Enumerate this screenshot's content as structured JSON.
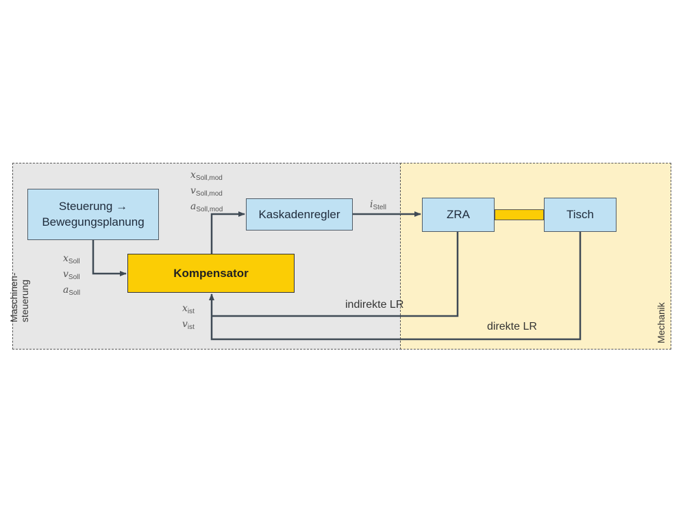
{
  "regions": {
    "left_label_line1": "Maschinen-",
    "left_label_line2": "steuerung",
    "right_label": "Mechanik"
  },
  "blocks": {
    "steuerung_line1": "Steuerung →",
    "steuerung_line2": "Bewegungsplanung",
    "kompensator": "Kompensator",
    "kaskadenregler": "Kaskadenregler",
    "zra": "ZRA",
    "tisch": "Tisch"
  },
  "signals": {
    "soll": [
      {
        "var": "x",
        "sub": "Soll"
      },
      {
        "var": "v",
        "sub": "Soll"
      },
      {
        "var": "a",
        "sub": "Soll"
      }
    ],
    "soll_mod": [
      {
        "var": "x",
        "sub": "Soll,mod"
      },
      {
        "var": "v",
        "sub": "Soll,mod"
      },
      {
        "var": "a",
        "sub": "Soll,mod"
      }
    ],
    "ist": [
      {
        "var": "x",
        "sub": "ist"
      },
      {
        "var": "v",
        "sub": "ist"
      }
    ],
    "stell": {
      "var": "i",
      "sub": "Stell"
    }
  },
  "loops": {
    "indirekt": "indirekte LR",
    "direkt": "direkte LR"
  },
  "colors": {
    "block_blue": "#bfe1f3",
    "kompensator_yellow": "#fbcd05",
    "region_left": "#e7e7e7",
    "region_right": "#fdf1c6"
  }
}
